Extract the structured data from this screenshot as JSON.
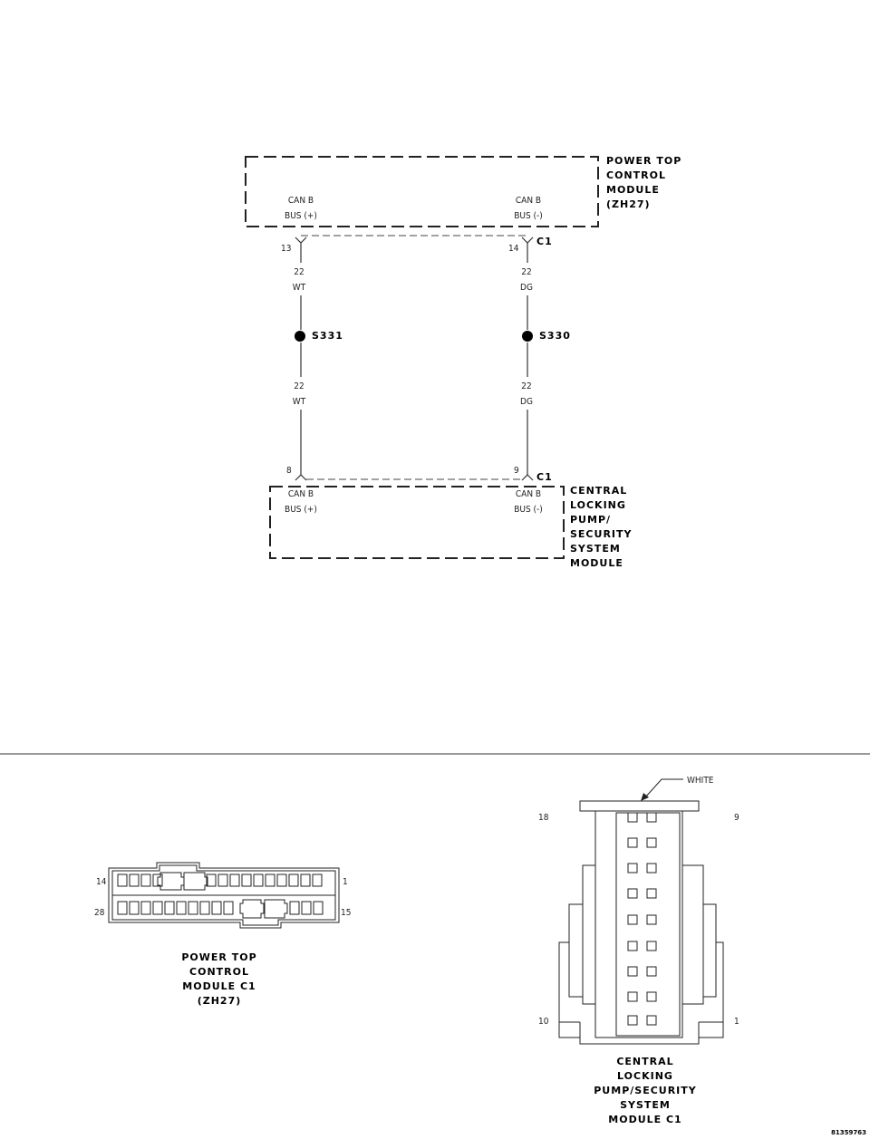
{
  "power_top_module": {
    "title_lines": [
      "POWER TOP",
      "CONTROL",
      "MODULE",
      "(ZH27)"
    ],
    "left_pin_label_1": "CAN B",
    "left_pin_label_2": "BUS (+)",
    "right_pin_label_1": "CAN B",
    "right_pin_label_2": "BUS (-)",
    "connector": "C1",
    "left_pin_num": "13",
    "right_pin_num": "14"
  },
  "wires": {
    "left_upper_gauge": "22",
    "left_upper_color": "WT",
    "left_lower_gauge": "22",
    "left_lower_color": "WT",
    "right_upper_gauge": "22",
    "right_upper_color": "DG",
    "right_lower_gauge": "22",
    "right_lower_color": "DG",
    "left_splice": "S331",
    "right_splice": "S330"
  },
  "locking_module": {
    "title_lines": [
      "CENTRAL",
      "LOCKING",
      "PUMP/",
      "SECURITY",
      "SYSTEM",
      "MODULE"
    ],
    "left_pin_label_1": "CAN B",
    "left_pin_label_2": "BUS (+)",
    "right_pin_label_1": "CAN B",
    "right_pin_label_2": "BUS (-)",
    "connector": "C1",
    "left_pin_num": "8",
    "right_pin_num": "9"
  },
  "ptcm_connector_view": {
    "pin_top_left": "14",
    "pin_top_right": "1",
    "pin_bottom_left": "28",
    "pin_bottom_right": "15",
    "caption_lines": [
      "POWER TOP",
      "CONTROL",
      "MODULE C1",
      "(ZH27)"
    ]
  },
  "clp_connector_view": {
    "color_label": "WHITE",
    "pin_top_left": "18",
    "pin_top_right": "9",
    "pin_bottom_left": "10",
    "pin_bottom_right": "1",
    "caption_lines": [
      "CENTRAL",
      "LOCKING",
      "PUMP/SECURITY",
      "SYSTEM",
      "MODULE C1"
    ]
  },
  "figure_id": "81359763"
}
